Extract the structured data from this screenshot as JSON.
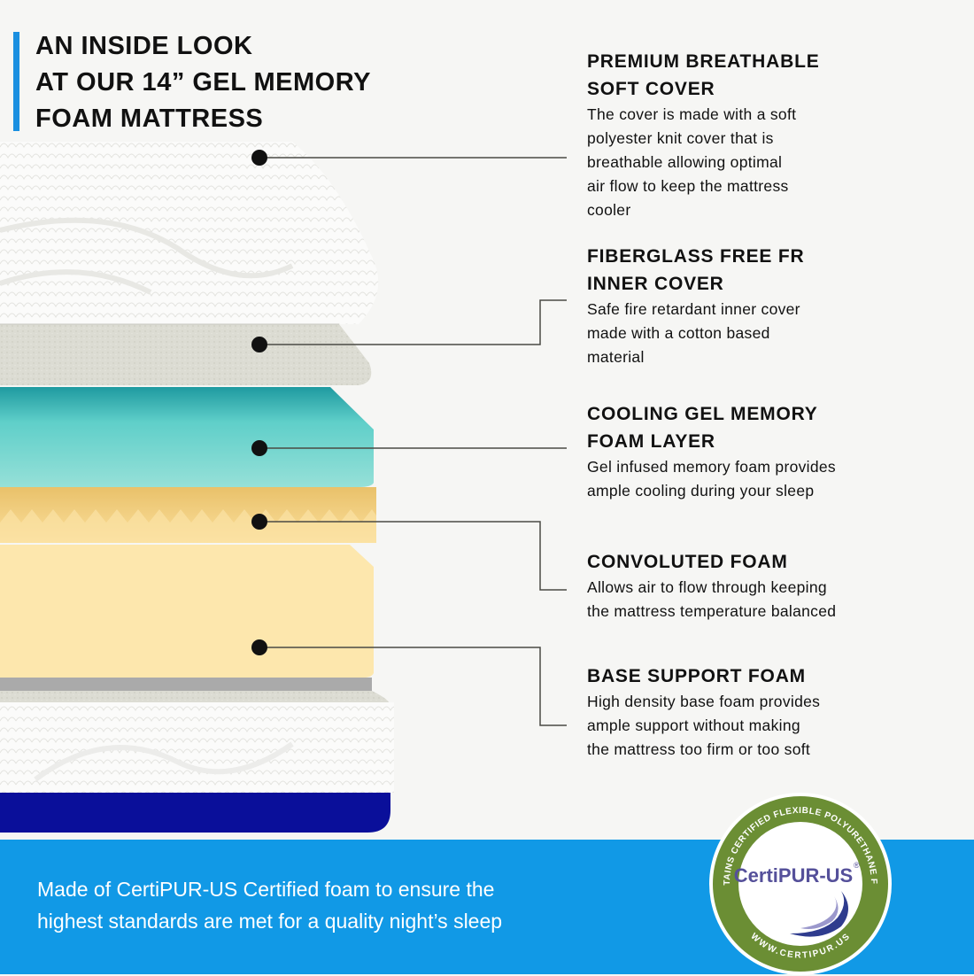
{
  "title": {
    "lines": [
      "AN INSIDE LOOK",
      "AT OUR 14” GEL MEMORY",
      "FOAM MATTRESS"
    ]
  },
  "layers": [
    {
      "heading": [
        "PREMIUM BREATHABLE",
        "SOFT COVER"
      ],
      "description": [
        "The cover is made with a soft",
        "polyester knit cover that is",
        "breathable allowing optimal",
        "air flow to keep the mattress",
        "cooler"
      ],
      "color": "#fbfbfa"
    },
    {
      "heading": [
        "FIBERGLASS FREE FR",
        "INNER COVER"
      ],
      "description": [
        "Safe fire retardant inner cover",
        "made with a cotton based",
        "material"
      ],
      "color": "#dcdcd3"
    },
    {
      "heading": [
        "COOLING GEL MEMORY",
        "FOAM LAYER"
      ],
      "description": [
        "Gel infused memory foam provides",
        "ample cooling during your sleep"
      ],
      "color": "#6fd3cc"
    },
    {
      "heading": [
        "CONVOLUTED FOAM"
      ],
      "description": [
        "Allows air to flow through keeping",
        "the mattress temperature balanced"
      ],
      "color": "#f2cf7c"
    },
    {
      "heading": [
        "BASE SUPPORT FOAM"
      ],
      "description": [
        "High density base foam provides",
        "ample support without making",
        "the mattress too firm or too soft"
      ],
      "color": "#fde7ad"
    }
  ],
  "footer": {
    "lines": [
      "Made of CertiPUR-US Certified foam to ensure the",
      "highest standards are met for a quality night’s sleep"
    ]
  },
  "badge": {
    "brand": "CertiPUR-US",
    "registered": "®",
    "ring_top": "CONTAINS CERTIFIED FLEXIBLE POLYURETHANE FOAM",
    "ring_bottom": "WWW.CERTIPUR.US"
  },
  "colors": {
    "accent_blue": "#1199e6",
    "badge_green": "#6b8e34",
    "badge_purple": "#55509a",
    "base_navy": "#0a0f9a"
  }
}
